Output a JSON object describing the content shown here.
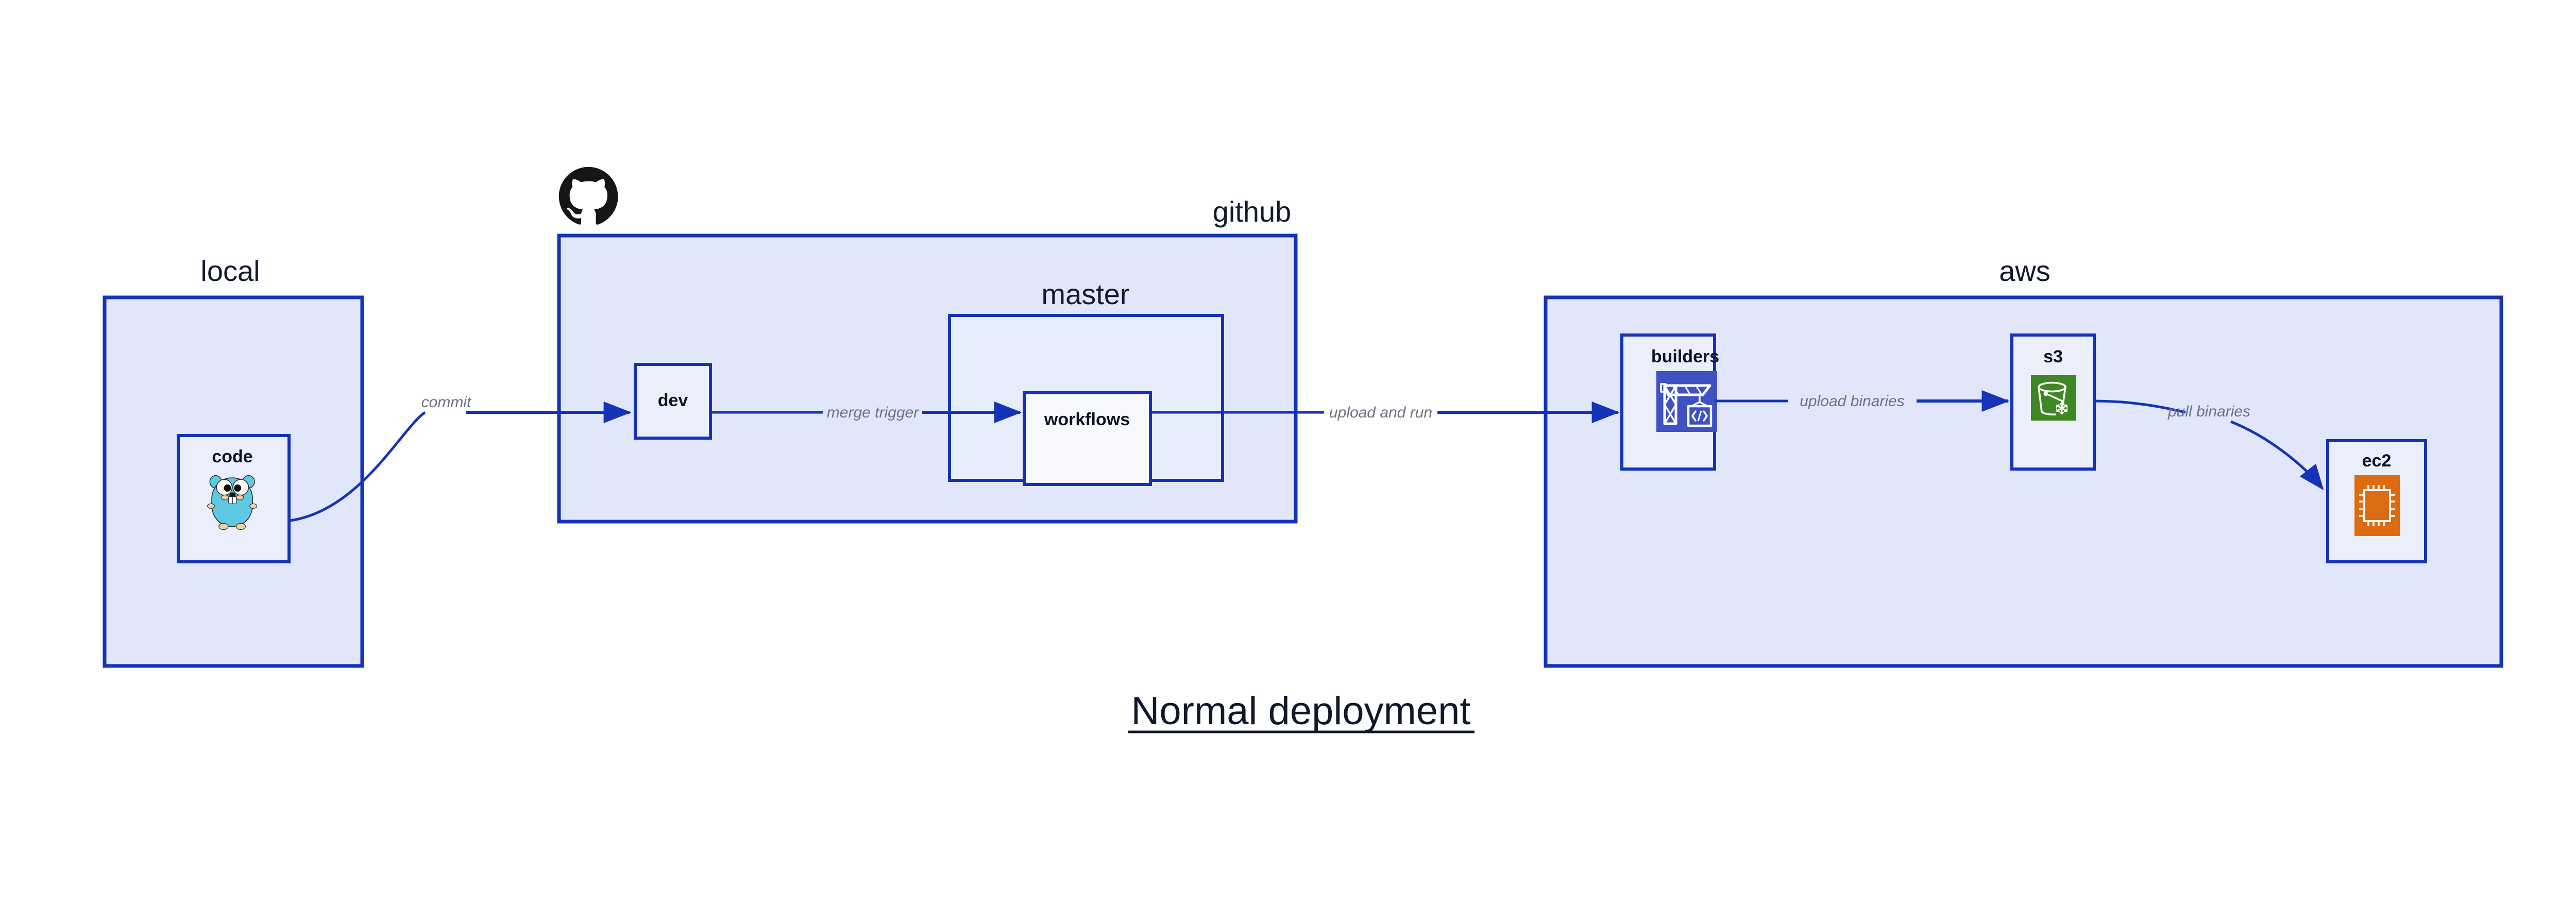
{
  "diagram": {
    "title": "Normal deployment",
    "colors": {
      "container_fill": "#e1e6fa",
      "subcontainer_fill": "#e8edfb",
      "node_fill": "#eaeffb",
      "node_fill_light": "#f7f9fd",
      "border": "#1433b8",
      "label_text": "#141a2e",
      "edge_label_text": "#6b7280",
      "title_text": "#121829",
      "codebuild_orange": "#3f51c5",
      "s3_green": "#3f8624",
      "ec2_orange": "#dd6b10",
      "gopher_cyan": "#5dc9e2",
      "github_black": "#161614"
    },
    "groups": [
      {
        "id": "local",
        "label": "local"
      },
      {
        "id": "github",
        "label": "github"
      },
      {
        "id": "aws",
        "label": "aws"
      }
    ],
    "subgroups": [
      {
        "id": "master",
        "label": "master",
        "parent": "github"
      }
    ],
    "nodes": [
      {
        "id": "code",
        "label": "code",
        "group": "local",
        "icon": "go-gopher-icon"
      },
      {
        "id": "dev",
        "label": "dev",
        "group": "github",
        "icon": ""
      },
      {
        "id": "workflows",
        "label": "workflows",
        "group": "master",
        "icon": ""
      },
      {
        "id": "builders",
        "label": "builders",
        "group": "aws",
        "icon": "aws-codebuild-icon"
      },
      {
        "id": "s3",
        "label": "s3",
        "group": "aws",
        "icon": "aws-s3-glacier-icon"
      },
      {
        "id": "ec2",
        "label": "ec2",
        "group": "aws",
        "icon": "aws-ec2-icon"
      }
    ],
    "edges": [
      {
        "from": "code",
        "to": "dev",
        "label": "commit"
      },
      {
        "from": "dev",
        "to": "workflows",
        "label": "merge trigger"
      },
      {
        "from": "workflows",
        "to": "builders",
        "label": "upload and run"
      },
      {
        "from": "builders",
        "to": "s3",
        "label": "upload binaries"
      },
      {
        "from": "s3",
        "to": "ec2",
        "label": "pull binaries"
      }
    ],
    "badges": [
      {
        "id": "github-logo",
        "icon": "github-octocat-icon",
        "for": "github"
      }
    ]
  }
}
